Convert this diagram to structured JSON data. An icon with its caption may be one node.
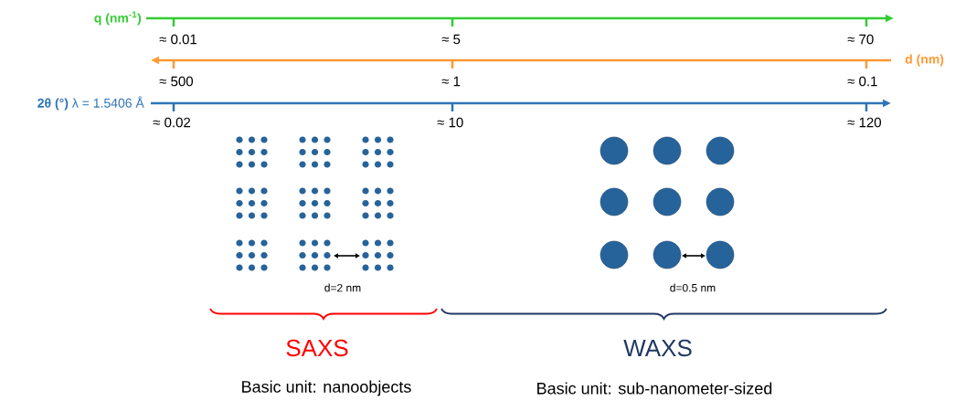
{
  "diagram": {
    "labels": [
      "**q** (nm$^{-1}$)",
      "≈ 0.01",
      "≈ 5",
      "≈ 70",
      "d (nm)",
      "≈ 500",
      "≈ 1",
      "≈ 0.1",
      "**2θ (°)** λ = 1.5406 Å",
      "≈ 0.02",
      "≈ 10",
      "≈ 120",
      "d=2 nm",
      "d=0.5 nm",
      "SAXS",
      "WAXS",
      "Basic unit: nanoobjects",
      "Basic unit: sub-nanometer-sized"
    ]
  }
}
